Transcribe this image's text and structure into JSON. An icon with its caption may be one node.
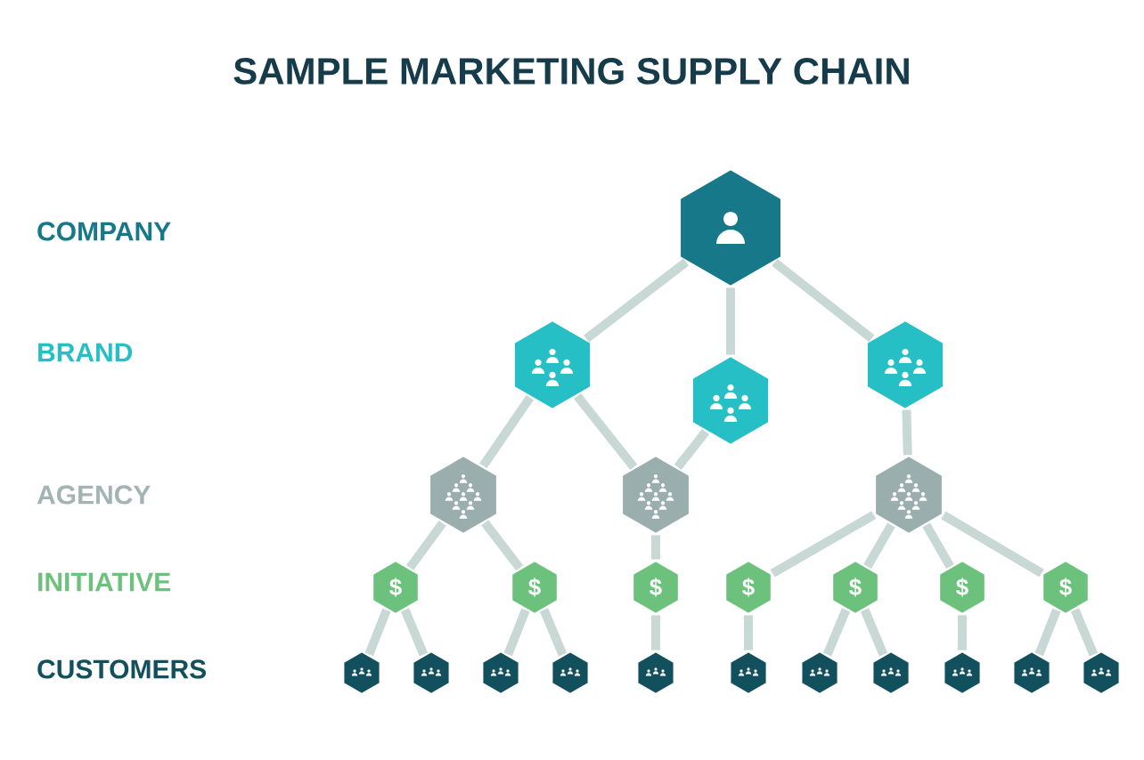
{
  "diagram": {
    "title": "SAMPLE MARKETING SUPPLY CHAIN",
    "nodes": [
      {
        "text": [],
        "shape": "hexagon"
      },
      {
        "text": [],
        "shape": "hexagon"
      },
      {
        "text": [],
        "shape": "hexagon"
      },
      {
        "text": [],
        "shape": "hexagon"
      },
      {
        "text": [],
        "shape": "hexagon"
      },
      {
        "text": [],
        "shape": "hexagon"
      },
      {
        "text": [],
        "shape": "hexagon"
      },
      {
        "text": [
          "$"
        ]
      },
      {
        "text": [
          "$"
        ]
      },
      {
        "text": [
          "$"
        ]
      },
      {
        "text": [
          "$"
        ]
      },
      {
        "text": [
          "$"
        ]
      },
      {
        "text": [
          "$"
        ]
      },
      {
        "text": [
          "$"
        ]
      },
      {
        "text": [],
        "shape": "hexagon"
      },
      {
        "text": [],
        "shape": "hexagon"
      },
      {
        "text": [],
        "shape": "hexagon"
      },
      {
        "text": [],
        "shape": "hexagon"
      },
      {
        "text": [],
        "shape": "hexagon"
      },
      {
        "text": [],
        "shape": "hexagon"
      },
      {
        "text": [],
        "shape": "hexagon"
      },
      {
        "text": [],
        "shape": "hexagon"
      },
      {
        "text": [],
        "shape": "hexagon"
      },
      {
        "text": [],
        "shape": "hexagon"
      },
      {
        "text": [],
        "shape": "hexagon"
      }
    ],
    "edges": [
      {
        "from": 0,
        "to": 1,
        "arrow": "none"
      },
      {
        "from": 0,
        "to": 2,
        "arrow": "none"
      },
      {
        "from": 0,
        "to": 3,
        "arrow": "none"
      },
      {
        "from": 1,
        "to": 4,
        "arrow": "none"
      },
      {
        "from": 1,
        "to": 5,
        "arrow": "none"
      },
      {
        "from": 2,
        "to": 5,
        "arrow": "none"
      },
      {
        "from": 3,
        "to": 6,
        "arrow": "none"
      },
      {
        "from": 4,
        "to": 7,
        "arrow": "none"
      },
      {
        "from": 4,
        "to": 8,
        "arrow": "none"
      },
      {
        "from": 5,
        "to": 9,
        "arrow": "none"
      },
      {
        "from": 6,
        "to": 10,
        "arrow": "none"
      },
      {
        "from": 6,
        "to": 11,
        "arrow": "none"
      },
      {
        "from": 6,
        "to": 12,
        "arrow": "none"
      },
      {
        "from": 6,
        "to": 13,
        "arrow": "none"
      },
      {
        "from": 7,
        "to": 14,
        "arrow": "none"
      },
      {
        "from": 7,
        "to": 15,
        "arrow": "none"
      },
      {
        "from": 8,
        "to": 16,
        "arrow": "none"
      },
      {
        "from": 8,
        "to": 17,
        "arrow": "none"
      },
      {
        "from": 9,
        "to": 18,
        "arrow": "none"
      },
      {
        "from": 10,
        "to": 19,
        "arrow": "none"
      },
      {
        "from": 11,
        "to": 20,
        "arrow": "none"
      },
      {
        "from": 11,
        "to": 21,
        "arrow": "none"
      },
      {
        "from": 12,
        "to": 22,
        "arrow": "none"
      },
      {
        "from": 13,
        "to": 23,
        "arrow": "none"
      },
      {
        "from": 13,
        "to": 24,
        "arrow": "none"
      }
    ],
    "labels": [
      "COMPANY",
      "BRAND",
      "AGENCY",
      "INITIATIVE",
      "CUSTOMERS"
    ]
  }
}
